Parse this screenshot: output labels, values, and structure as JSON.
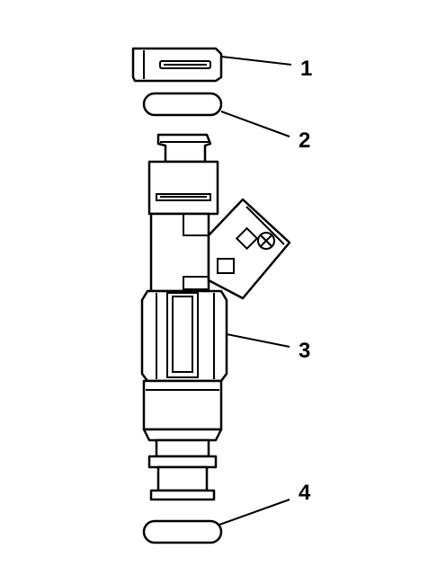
{
  "callouts": [
    {
      "number": "1",
      "part": "cap"
    },
    {
      "number": "2",
      "part": "upper-o-ring"
    },
    {
      "number": "3",
      "part": "injector"
    },
    {
      "number": "4",
      "part": "lower-o-ring"
    }
  ],
  "colors": {
    "line": "#000000",
    "background": "#ffffff"
  }
}
